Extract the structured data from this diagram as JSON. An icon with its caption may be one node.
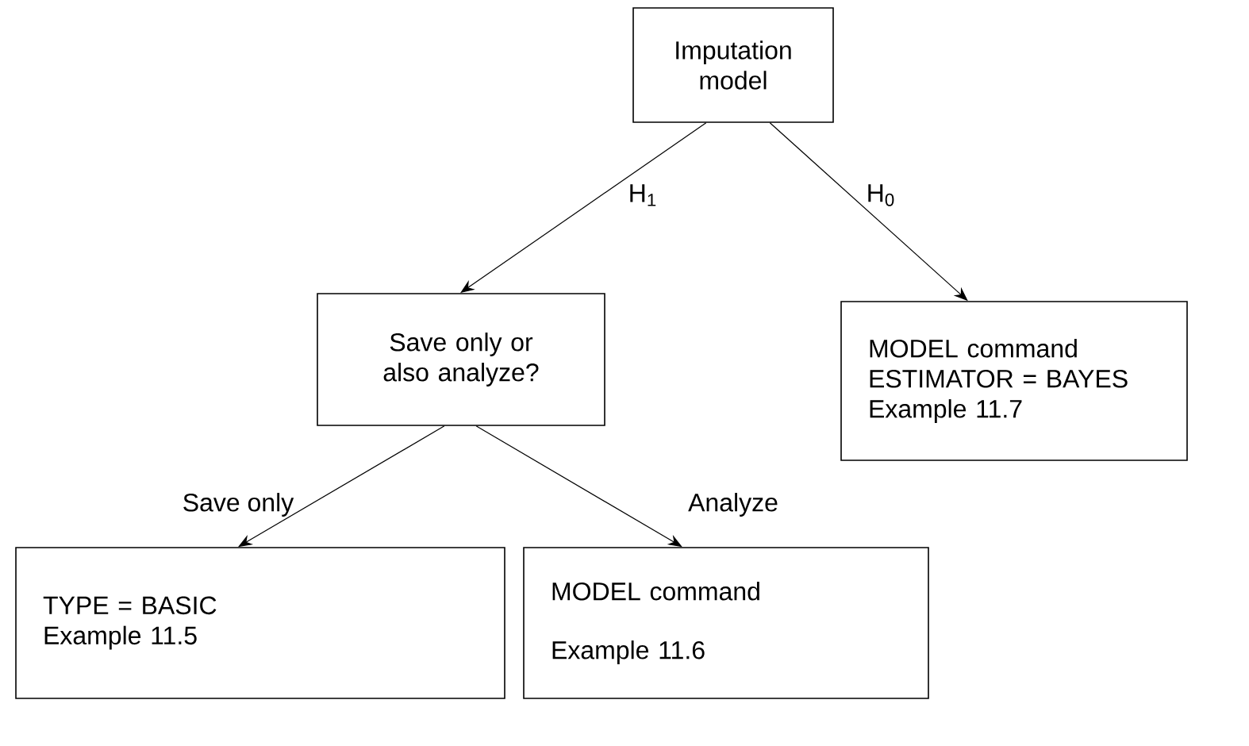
{
  "diagram": {
    "nodes": [
      {
        "text": [
          "Imputation model"
        ]
      },
      {
        "text": [
          "Save only or also analyze?"
        ]
      },
      {
        "text": [
          "MODEL command",
          "ESTIMATOR = BAYES",
          "Example 11.7"
        ]
      },
      {
        "text": [
          "TYPE = BASIC",
          "Example 11.5"
        ]
      },
      {
        "text": [
          "MODEL command",
          "Example 11.6"
        ]
      }
    ],
    "edges": [
      {
        "from": 0,
        "to": 1,
        "arrow": "to",
        "label": "H$_{1}$"
      },
      {
        "from": 0,
        "to": 2,
        "arrow": "to",
        "label": "H$_{0}$"
      },
      {
        "from": 1,
        "to": 3,
        "arrow": "to",
        "label": "Save only"
      },
      {
        "from": 1,
        "to": 4,
        "arrow": "to",
        "label": "Analyze"
      }
    ]
  }
}
